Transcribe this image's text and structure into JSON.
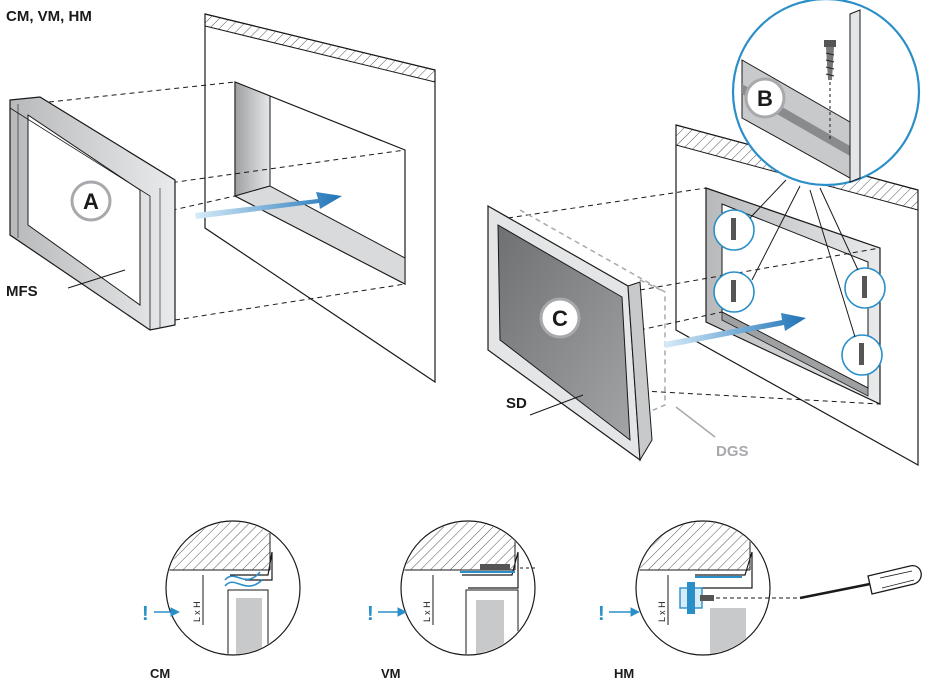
{
  "title": "CM, VM, HM",
  "labels": {
    "mfs": "MFS",
    "sd": "SD",
    "dgs": "DGS",
    "lxh": "L x H",
    "exclamation": "!"
  },
  "callouts": {
    "a": "A",
    "b": "B",
    "c": "C"
  },
  "details": [
    {
      "caption": "CM"
    },
    {
      "caption": "VM"
    },
    {
      "caption": "HM"
    }
  ],
  "colors": {
    "accent_blue": "#2a8fc9",
    "arrow_start": "#bfe0f3",
    "arrow_end": "#1f73b7",
    "line": "#1a1a1a",
    "grey_label": "#a7a9ac",
    "frame_grey": "#c8c9cb",
    "glass_grey": "#8a8b8d"
  }
}
